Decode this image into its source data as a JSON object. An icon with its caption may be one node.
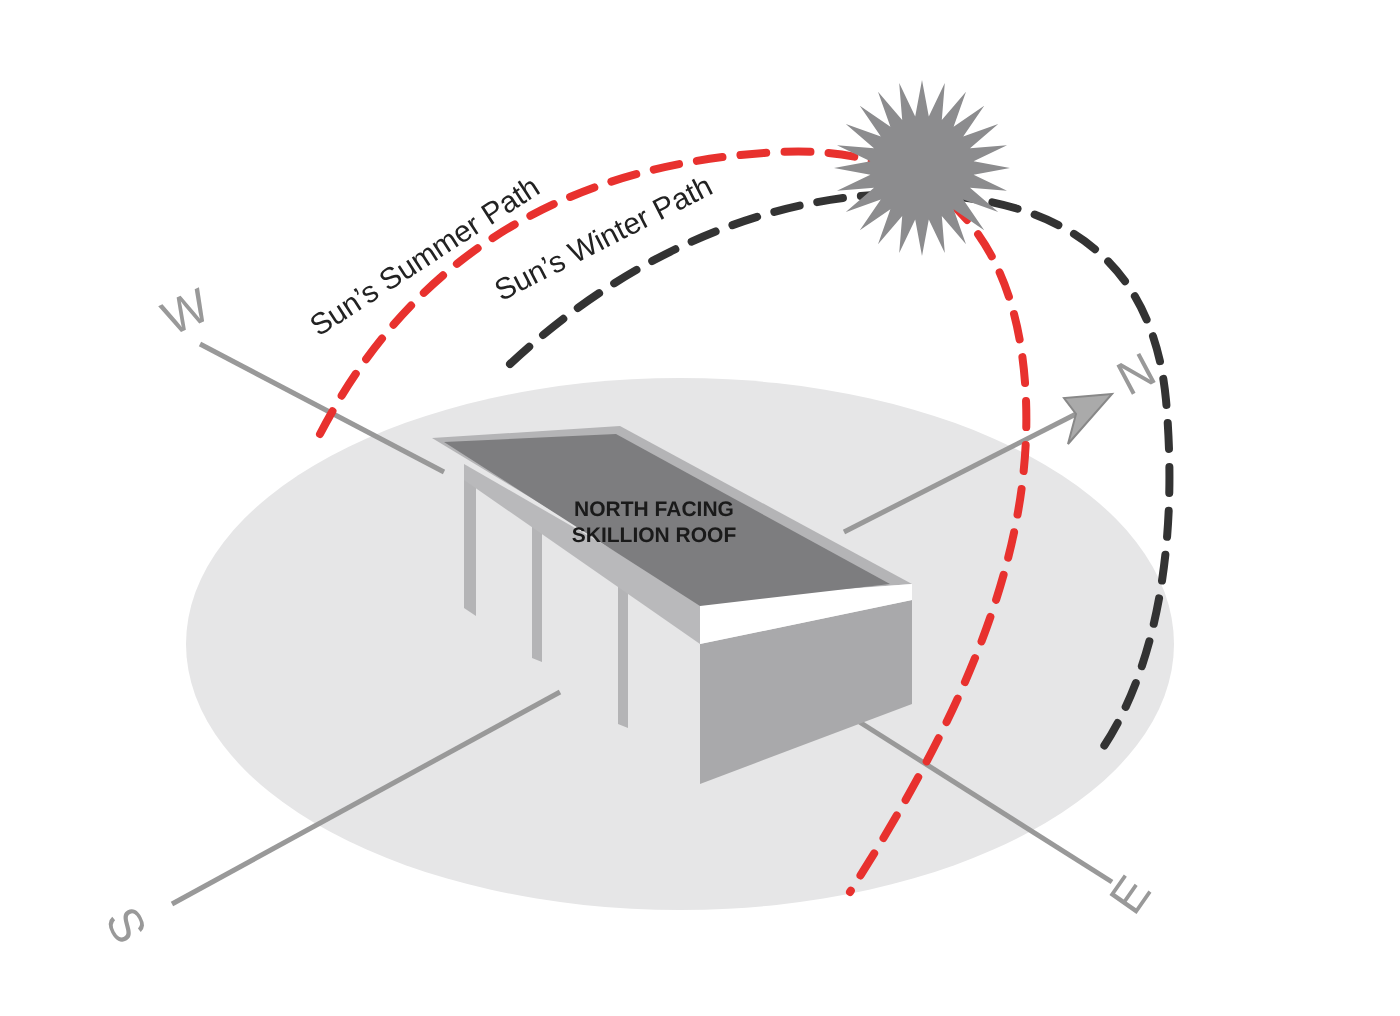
{
  "diagram": {
    "nodes": [
      {
        "text": [
          "NORTH FACING SKILLION ROOF"
        ]
      }
    ],
    "labels": [
      "Sun’s Summer Path",
      "Sun’s Winter Path",
      "W",
      "N",
      "S",
      "E"
    ]
  }
}
